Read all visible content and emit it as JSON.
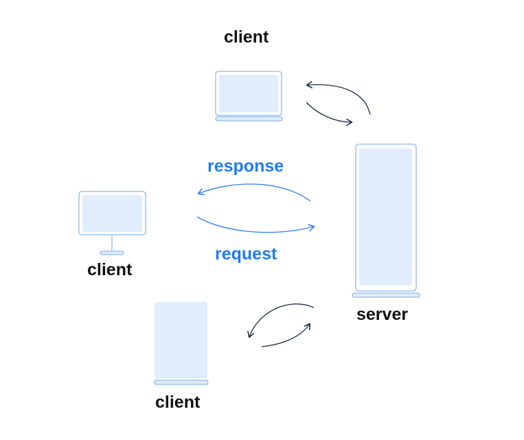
{
  "labels": {
    "client_top": "client",
    "client_left": "client",
    "client_bottom": "client",
    "server": "server",
    "response": "response",
    "request": "request"
  },
  "colors": {
    "device_fill": "#dfedfd",
    "device_stroke": "#8cb8ec",
    "dark_arrow": "#1a2e48",
    "blue_arrow": "#2a7ff0",
    "label_black": "#111111",
    "label_blue": "#1f7bf2"
  },
  "icons": {
    "client_top": "laptop-icon",
    "client_left": "monitor-icon",
    "client_bottom": "phone-icon",
    "server": "server-icon"
  }
}
